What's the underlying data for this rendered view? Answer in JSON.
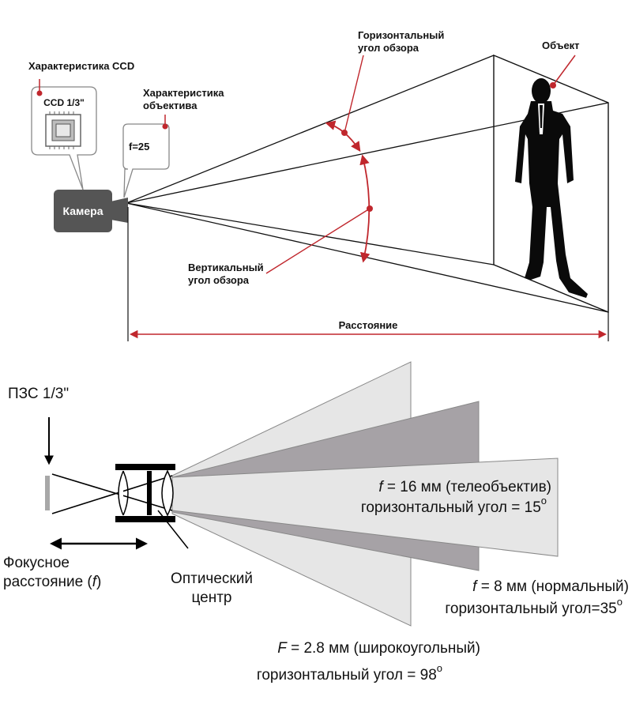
{
  "top_diagram": {
    "camera_label": "Камера",
    "ccd_box_label": "CCD 1/3\"",
    "ccd_characteristic": "Характеристика CCD",
    "lens_characteristic_line1": "Характеристика",
    "lens_characteristic_line2": "объектива",
    "lens_box_label": "f=25",
    "horizontal_angle_line1": "Горизонтальный",
    "horizontal_angle_line2": "угол обзора",
    "vertical_angle_line1": "Вертикальный",
    "vertical_angle_line2": "угол обзора",
    "object_label": "Объект",
    "distance_label": "Расстояние"
  },
  "bottom_diagram": {
    "sensor_label": "ПЗС 1/3\"",
    "focal_line1": "Фокусное",
    "focal_line2_text": "расстояние (",
    "focal_line2_f": "f",
    "focal_line2_end": ")",
    "optical_center_line1": "Оптический",
    "optical_center_line2": "центр",
    "tele_f": "f",
    "tele_line1": " = 16 мм (телеобъектив)",
    "tele_line2": "горизонтальный угол = 15",
    "tele_deg": "o",
    "normal_f": "f",
    "normal_line1": " = 8 мм (нормальный)",
    "normal_line2": "горизонтальный угол=35",
    "normal_deg": "o",
    "wide_f": "F",
    "wide_line1": " = 2.8 мм (широкоугольный)",
    "wide_line2": "горизонтальный угол = 98",
    "wide_deg": "o"
  },
  "colors": {
    "accent_red": "#c0272d",
    "camera_gray": "#555555",
    "cone_light": "#e6e6e6",
    "cone_mid": "#c8c5c8",
    "cone_dark": "#a6a2a6"
  }
}
